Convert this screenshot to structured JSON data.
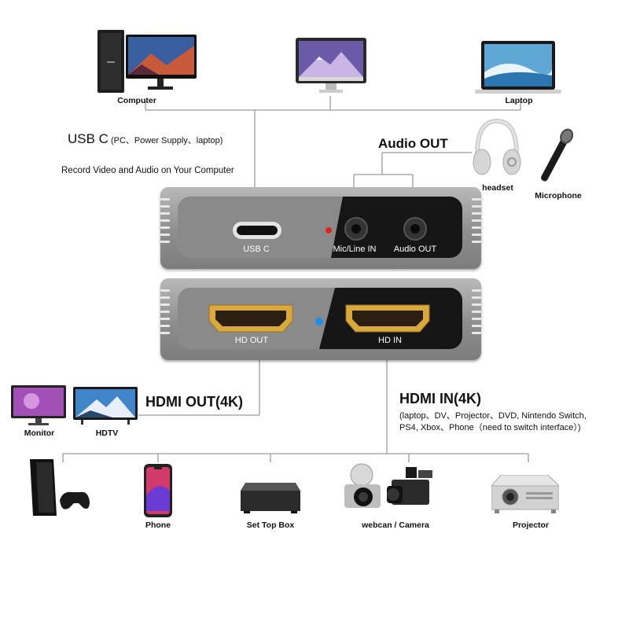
{
  "top_devices": {
    "computer_label": "Computer",
    "laptop_label": "Laptop"
  },
  "usb": {
    "title": "USB C",
    "note": "(PC、Power Supply、laptop)",
    "description": "Record Video and Audio on Your Computer"
  },
  "audio": {
    "title": "Audio OUT",
    "headset_label": "headset",
    "microphone_label": "Microphone"
  },
  "device_top": {
    "usb_port_label": "USB C",
    "mic_port_label": "Mic/Line IN",
    "audio_port_label": "Audio OUT"
  },
  "device_bottom": {
    "hd_out_label": "HD OUT",
    "hd_in_label": "HD IN"
  },
  "hdmi_out": {
    "title": "HDMI OUT(4K)",
    "monitor_label": "Monitor",
    "hdtv_label": "HDTV"
  },
  "hdmi_in": {
    "title": "HDMI IN(4K)",
    "note_line1": "(laptop、DV、Projector、DVD, Nintendo Switch,",
    "note_line2": "PS4, Xbox、Phone（need to switch interface）)"
  },
  "bottom_devices": {
    "console_label": "",
    "phone_label": "Phone",
    "settop_label": "Set Top Box",
    "camera_label": "webcan / Camera",
    "projector_label": "Projector"
  },
  "colors": {
    "led_red": "#e2231a",
    "led_blue": "#1e8fe6",
    "hdmi_gold": "#d9a93d",
    "panel_dark": "#161616"
  }
}
